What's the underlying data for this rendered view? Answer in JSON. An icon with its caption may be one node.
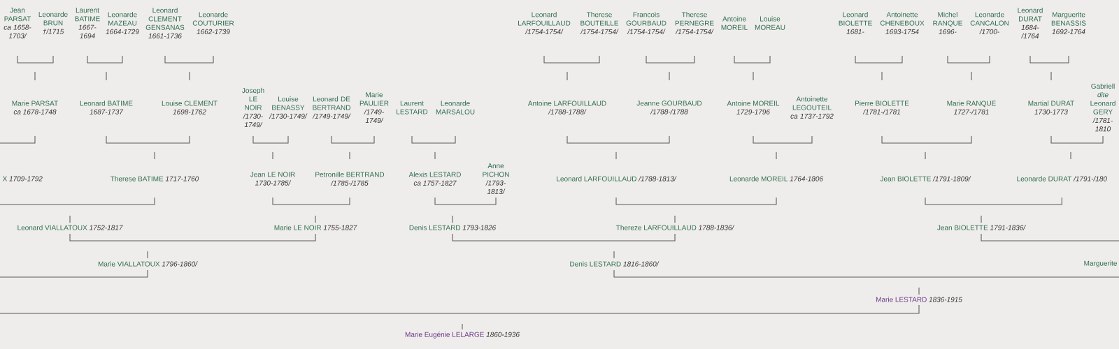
{
  "diagram": {
    "nodes": [
      {
        "text": [
          "Jean PARSAT",
          "ca 1658-1703/"
        ]
      },
      {
        "text": [
          "Leonarde BRUN",
          "†/1715"
        ]
      },
      {
        "text": [
          "Laurent BATIME",
          "1667-1694"
        ]
      },
      {
        "text": [
          "Leonarde MAZEAU",
          "1664-1729"
        ]
      },
      {
        "text": [
          "Leonard CLEMENT GENSANAS",
          "1661-1736"
        ]
      },
      {
        "text": [
          "Leonarde COUTURIER",
          "1662-1739"
        ]
      },
      {
        "text": [
          "Leonard LARFOUILLAUD",
          "/1754-1754/"
        ]
      },
      {
        "text": [
          "Therese BOUTEILLE",
          "/1754-1754/"
        ]
      },
      {
        "text": [
          "Francois GOURBAUD",
          "/1754-1754/"
        ]
      },
      {
        "text": [
          "Therese PERNEGRE",
          "/1754-1754/"
        ]
      },
      {
        "text": [
          "Antoine MOREIL"
        ]
      },
      {
        "text": [
          "Louise MOREAU"
        ]
      },
      {
        "text": [
          "Leonard BIOLETTE",
          "1681-"
        ]
      },
      {
        "text": [
          "Antoinette CHENEBOUX",
          "1693-1754"
        ]
      },
      {
        "text": [
          "Michel RANQUE",
          "1696-"
        ]
      },
      {
        "text": [
          "Leonarde CANCALON",
          "/1700-"
        ]
      },
      {
        "text": [
          "Leonard DURAT",
          "1684-/1764"
        ]
      },
      {
        "text": [
          "Marguerite BENASSIS",
          "1692-1764"
        ]
      },
      {
        "text": [
          "Marie PARSAT",
          "ca 1678-1748"
        ]
      },
      {
        "text": [
          "Leonard BATIME",
          "1687-1737"
        ]
      },
      {
        "text": [
          "Louise CLEMENT",
          "1698-1762"
        ]
      },
      {
        "text": [
          "Joseph LE NOIR",
          "/1730-1749/"
        ]
      },
      {
        "text": [
          "Louise BENASSY",
          "/1730-1749/"
        ]
      },
      {
        "text": [
          "Leonard DE BERTRAND",
          "/1749-1749/"
        ]
      },
      {
        "text": [
          "Marie PAULIER",
          "/1749-1749/"
        ]
      },
      {
        "text": [
          "Laurent LESTARD"
        ]
      },
      {
        "text": [
          "Leonarde MARSALOU"
        ]
      },
      {
        "text": [
          "Antoine LARFOUILLAUD",
          "/1788-1788/"
        ]
      },
      {
        "text": [
          "Jeanne GOURBAUD",
          "/1788-/1788"
        ]
      },
      {
        "text": [
          "Antoine MOREIL",
          "1729-1796"
        ]
      },
      {
        "text": [
          "Antoinette LEGOUTEIL",
          "ca 1737-1792"
        ]
      },
      {
        "text": [
          "Pierre BIOLETTE",
          "/1781-/1781"
        ]
      },
      {
        "text": [
          "Marie RANQUE",
          "1727-/1781"
        ]
      },
      {
        "text": [
          "Martial DURAT",
          "1730-1773"
        ]
      },
      {
        "text": [
          "Gabriell *dite* Leonard GERY",
          "/1781-1810"
        ]
      },
      {
        "text": [
          "X",
          "1709-1792"
        ]
      },
      {
        "text": [
          "Therese BATIME",
          "1717-1760"
        ]
      },
      {
        "text": [
          "Jean LE NOIR",
          "1730-1785/"
        ]
      },
      {
        "text": [
          "Petronille BERTRAND",
          "/1785-/1785"
        ]
      },
      {
        "text": [
          "Alexis LESTARD",
          "ca 1757-1827"
        ]
      },
      {
        "text": [
          "Anne PICHON",
          "/1793-1813/"
        ]
      },
      {
        "text": [
          "Leonard LARFOUILLAUD",
          "/1788-1813/"
        ]
      },
      {
        "text": [
          "Leonarde MOREIL",
          "1764-1806"
        ]
      },
      {
        "text": [
          "Jean BIOLETTE",
          "/1791-1809/"
        ]
      },
      {
        "text": [
          "Leonarde DURAT",
          "/1791-/180"
        ]
      },
      {
        "text": [
          "Leonard VIALLATOUX",
          "1752-1817"
        ]
      },
      {
        "text": [
          "Marie LE NOIR",
          "1755-1827"
        ]
      },
      {
        "text": [
          "Denis LESTARD",
          "1793-1826"
        ]
      },
      {
        "text": [
          "Thereze LARFOUILLAUD",
          "1788-1836/"
        ]
      },
      {
        "text": [
          "Jean BIOLETTE",
          "1791-1836/"
        ]
      },
      {
        "text": [
          "Marie VIALLATOUX",
          "1796-1860/"
        ]
      },
      {
        "text": [
          "Denis LESTARD",
          "1816-1860/"
        ]
      },
      {
        "text": [
          "Marguerite"
        ]
      },
      {
        "text": [
          "Marie LESTARD",
          "1836-1915"
        ]
      },
      {
        "text": [
          "Marie Eugénie LELARGE",
          "1860-1936"
        ]
      }
    ],
    "edges": [
      {
        "from": 0,
        "to": 1,
        "arrow": "none"
      },
      {
        "from": 2,
        "to": 3,
        "arrow": "none"
      },
      {
        "from": 4,
        "to": 5,
        "arrow": "none"
      },
      {
        "from": 6,
        "to": 7,
        "arrow": "none"
      },
      {
        "from": 8,
        "to": 9,
        "arrow": "none"
      },
      {
        "from": 10,
        "to": 11,
        "arrow": "none"
      },
      {
        "from": 12,
        "to": 13,
        "arrow": "none"
      },
      {
        "from": 14,
        "to": 15,
        "arrow": "none"
      },
      {
        "from": 16,
        "to": 17,
        "arrow": "none"
      },
      {
        "from": null,
        "to": 18,
        "arrow": "none"
      },
      {
        "from": 19,
        "to": 20,
        "arrow": "none"
      },
      {
        "from": 21,
        "to": 22,
        "arrow": "none"
      },
      {
        "from": 23,
        "to": 24,
        "arrow": "none"
      },
      {
        "from": 25,
        "to": 26,
        "arrow": "none"
      },
      {
        "from": 27,
        "to": 28,
        "arrow": "none"
      },
      {
        "from": 29,
        "to": 30,
        "arrow": "none"
      },
      {
        "from": 31,
        "to": 32,
        "arrow": "none"
      },
      {
        "from": 33,
        "to": 34,
        "arrow": "none"
      },
      {
        "from": 35,
        "to": 36,
        "arrow": "none"
      },
      {
        "from": 37,
        "to": 38,
        "arrow": "none"
      },
      {
        "from": 39,
        "to": 40,
        "arrow": "none"
      },
      {
        "from": 41,
        "to": 42,
        "arrow": "none"
      },
      {
        "from": 43,
        "to": 44,
        "arrow": "none"
      },
      {
        "from": 45,
        "to": 46,
        "arrow": "none"
      },
      {
        "from": 47,
        "to": 48,
        "arrow": "none"
      },
      {
        "from": 49,
        "to": 52,
        "arrow": "none"
      },
      {
        "from": null,
        "to": 50,
        "arrow": "none"
      },
      {
        "from": 51,
        "to": 52,
        "arrow": "none"
      },
      {
        "from": null,
        "to": 53,
        "arrow": "none"
      }
    ]
  }
}
